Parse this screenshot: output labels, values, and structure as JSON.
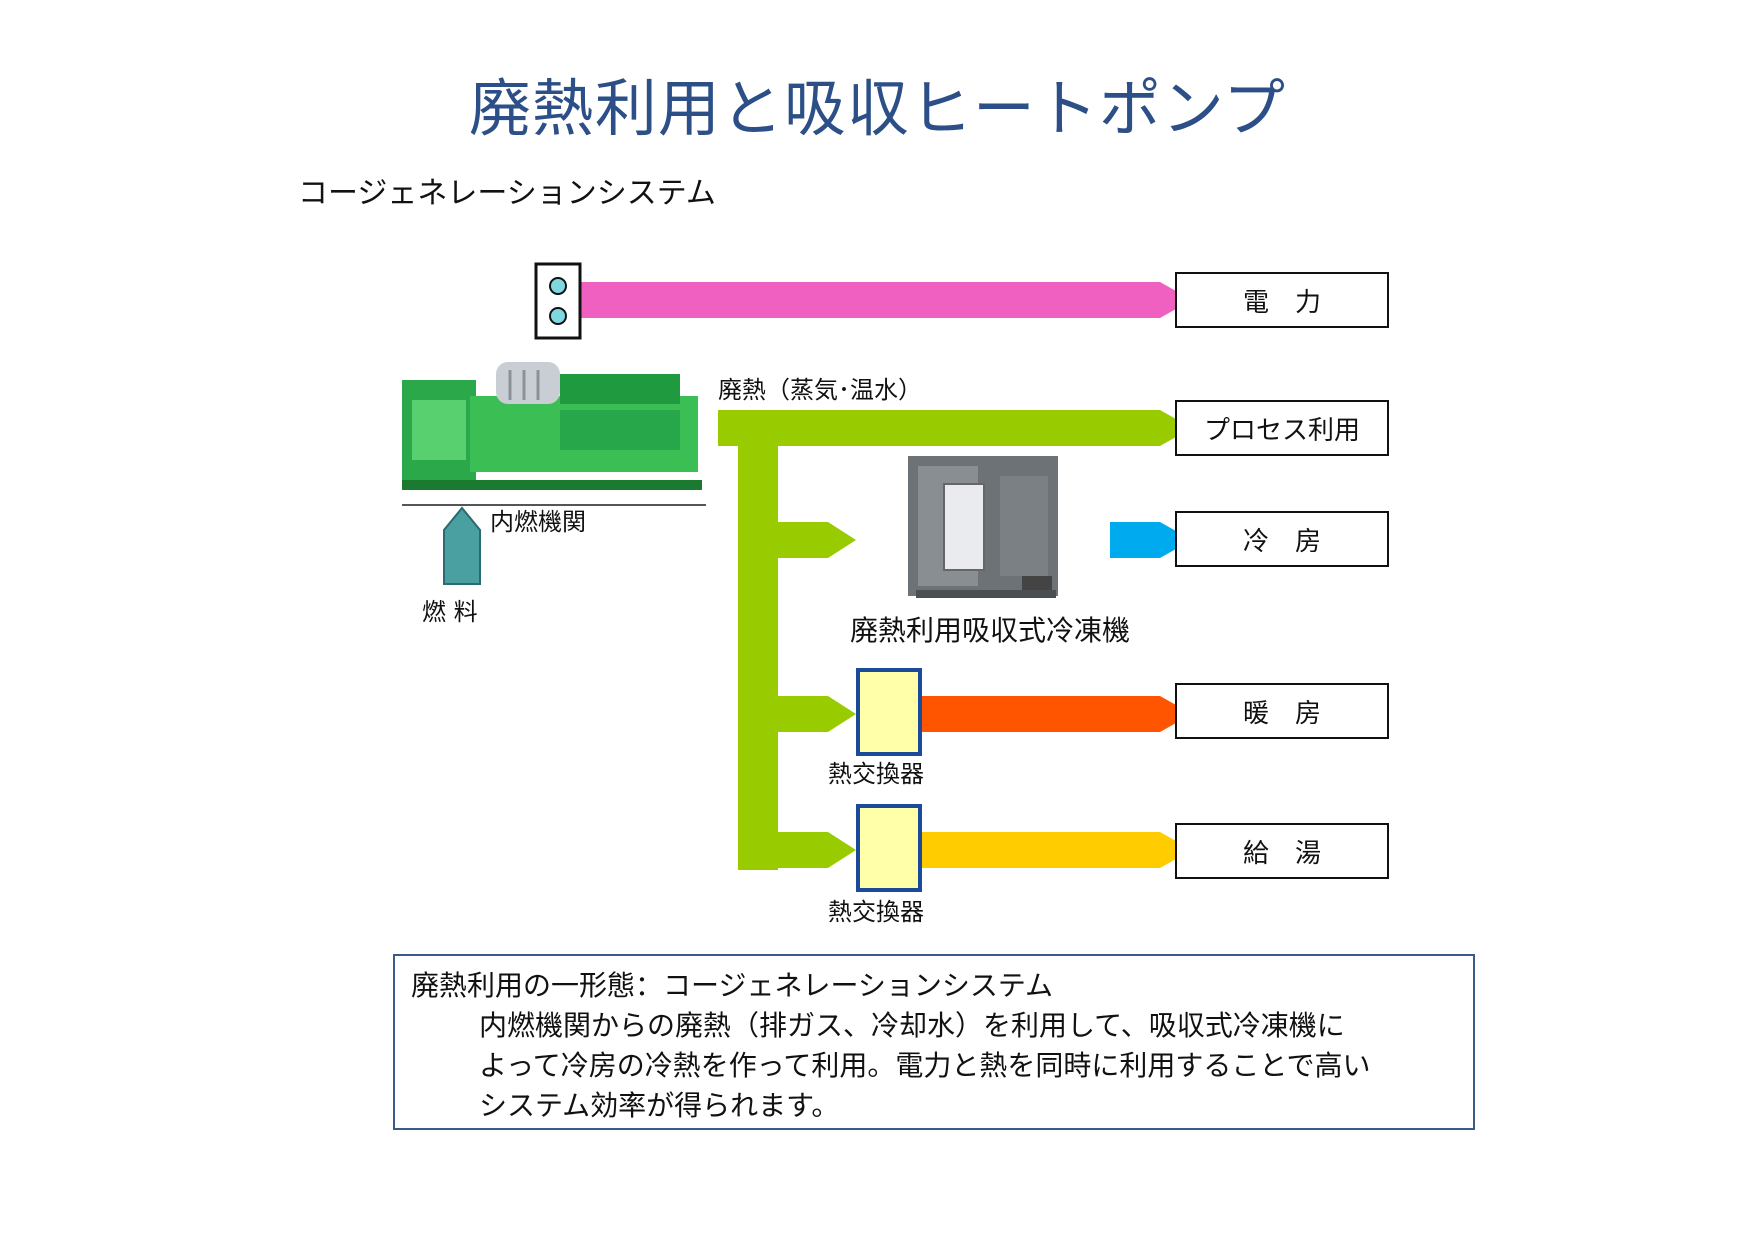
{
  "title": "廃熱利用と吸収ヒートポンプ",
  "subtitle": "コージェネレーションシステム",
  "diagram": {
    "waste_heat_label": "廃熱（蒸気･温水）",
    "engine_label": "内燃機関",
    "fuel_label": "燃 料",
    "chiller_label": "廃熱利用吸収式冷凍機",
    "hx_label_1": "熱交換器",
    "hx_label_2": "熱交換器",
    "outputs": {
      "power": "電　力",
      "process": "プロセス利用",
      "cooling": "冷　房",
      "heating": "暖　房",
      "hot_water": "給　湯"
    },
    "colors": {
      "power": "#f060c0",
      "waste_heat": "#99cc00",
      "cooling": "#00aaee",
      "heating": "#ff5500",
      "hot_water": "#ffcc00",
      "engine": "#2aa84a",
      "fuel": "#4aa0a0",
      "heat_exchanger_fill": "#ffffaa",
      "heat_exchanger_border": "#1a4a9a"
    }
  },
  "note": {
    "title": "廃熱利用の一形態：コージェネレーションシステム",
    "body": "内燃機関からの廃熱（排ガス、冷却水）を利用して、吸収式冷凍機に\nよって冷房の冷熱を作って利用。電力と熱を同時に利用することで高い\nシステム効率が得られます。"
  }
}
